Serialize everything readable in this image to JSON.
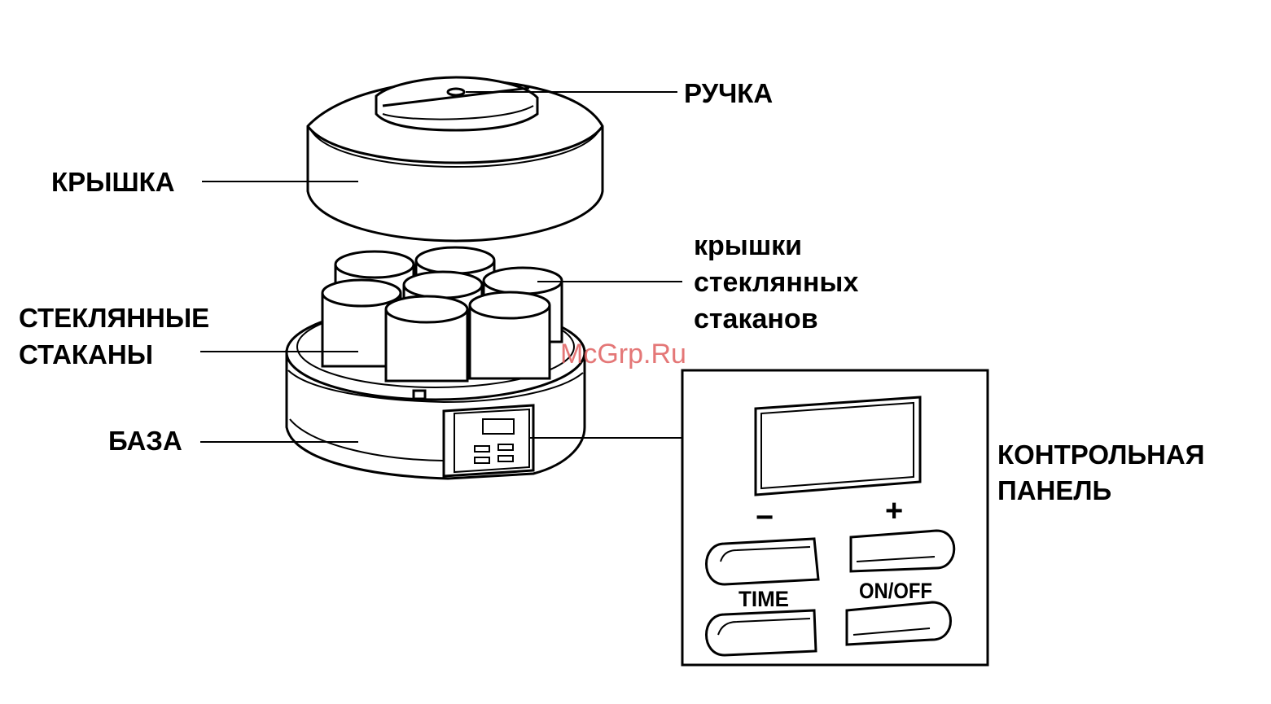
{
  "labels": {
    "handle": "РУЧКА",
    "lid": "КРЫШКА",
    "jar_lids": [
      "крышки",
      "стеклянных",
      "стаканов"
    ],
    "glass_jars": [
      "СТЕКЛЯННЫЕ",
      "СТАКАНЫ"
    ],
    "base": "БАЗА",
    "control_panel": [
      "КОНТРОЛЬНАЯ",
      "ПАНЕЛЬ"
    ]
  },
  "control_panel": {
    "minus_symbol": "−",
    "plus_symbol": "+",
    "time_button_label": "TIME",
    "onoff_button_label": "ON/OFF"
  },
  "watermark": "McGrp.Ru",
  "colors": {
    "line": "#000000",
    "background": "#ffffff",
    "watermark": "#e06060"
  }
}
